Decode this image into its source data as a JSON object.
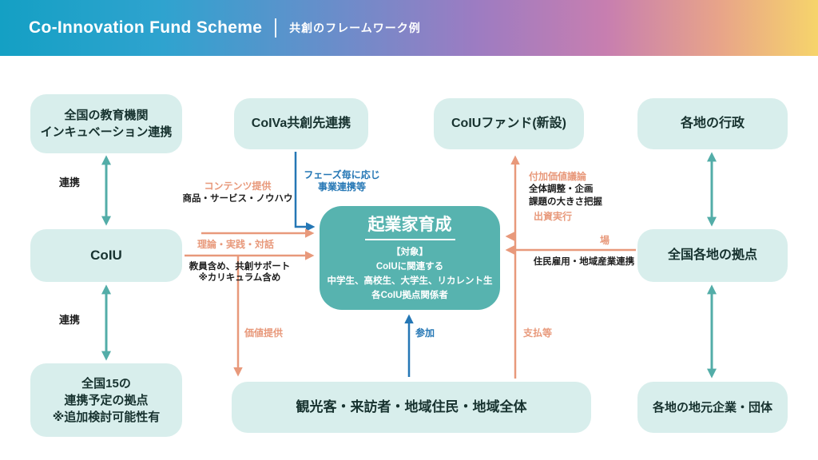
{
  "header": {
    "title_en": "Co-Innovation Fund Scheme",
    "title_ja": "共創のフレームワーク例"
  },
  "nodes": {
    "education_1": "全国の教育機関",
    "education_2": "インキュベーション連携",
    "coiva": "CoIVa共創先連携",
    "fund": "CoIUファンド(新設)",
    "government": "各地の行政",
    "coiu": "CoIU",
    "center_title": "起業家育成",
    "center_target": "【対象】",
    "center_line1": "CoIUに関連する",
    "center_line2": "中学生、高校生、大学生、リカレント生",
    "center_line3": "各CoIU拠点関係者",
    "bases": "全国各地の拠点",
    "planned_1": "全国15の",
    "planned_2": "連携予定の拠点",
    "planned_3": "※追加検討可能性有",
    "visitors": "観光客・来訪者・地域住民・地域全体",
    "companies": "各地の地元企業・団体"
  },
  "edge_labels": {
    "renkei_top": "連携",
    "renkei_bottom": "連携",
    "phase_1": "フェーズ毎に応じ",
    "phase_2": "事業連携等",
    "content_provide": "コンテンツ提供",
    "goods": "商品・サービス・ノウハウ",
    "theory": "理論・実践・対話",
    "teachers_1": "教員含め、共創サポート",
    "teachers_2": "※カリキュラム含め",
    "value_provide": "価値提供",
    "participate": "参加",
    "payment": "支払等",
    "added_value": "付加価値議論",
    "coordination": "全体調整・企画",
    "issue_scale": "課題の大きさ把握",
    "investment": "出資実行",
    "place": "場",
    "employment": "住民雇用・地域産業連携"
  },
  "colors": {
    "node_fill": "#d8eeec",
    "center_fill": "#57b3af",
    "teal_arrow": "#53ada8",
    "orange_arrow": "#e8997b",
    "blue_arrow": "#2577b5",
    "header_left": "#14a0c4",
    "header_right": "#f6d46b"
  }
}
